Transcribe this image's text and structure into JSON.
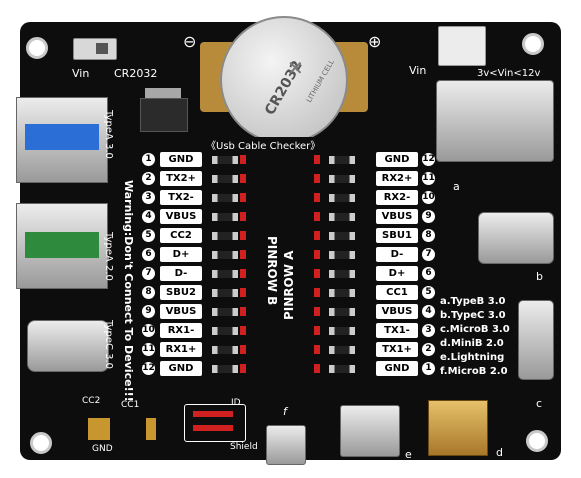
{
  "labels": {
    "vin_left": "Vin",
    "cr2032": "CR2032",
    "vin_right": "Vin",
    "vin_range": "3v<Vin<12v",
    "minus": "⊖",
    "plus": "⊕",
    "battery_brand": "LITHIUM CELL",
    "battery_model": "CR2032",
    "usb_checker": "《Usb Cable Checker》",
    "warning": "Warning:Don't Connect To Device!!!",
    "typea3": "TypeA 3.0",
    "typea2": "TypeA 2.0",
    "typec3": "TypeC 3.0",
    "pinrow_a": "PINROW A",
    "pinrow_b": "PINROW B",
    "cc2": "CC2",
    "cc1": "CC1",
    "gnd": "GND",
    "id": "ID",
    "shield": "Shield",
    "port_a": "a",
    "port_b": "b",
    "port_c": "c",
    "port_d": "d",
    "port_e": "e",
    "port_f": "f"
  },
  "legend": [
    "a.TypeB 3.0",
    "b.TypeC 3.0",
    "c.MicroB 3.0",
    "d.MiniB 2.0",
    "e.Lightning",
    "f.MicroB 2.0"
  ],
  "row_b": [
    {
      "n": "1",
      "label": "GND"
    },
    {
      "n": "2",
      "label": "TX2+"
    },
    {
      "n": "3",
      "label": "TX2-"
    },
    {
      "n": "4",
      "label": "VBUS"
    },
    {
      "n": "5",
      "label": "CC2"
    },
    {
      "n": "6",
      "label": "D+"
    },
    {
      "n": "7",
      "label": "D-"
    },
    {
      "n": "8",
      "label": "SBU2"
    },
    {
      "n": "9",
      "label": "VBUS"
    },
    {
      "n": "10",
      "label": "RX1-"
    },
    {
      "n": "11",
      "label": "RX1+"
    },
    {
      "n": "12",
      "label": "GND"
    }
  ],
  "row_a": [
    {
      "n": "12",
      "label": "GND"
    },
    {
      "n": "11",
      "label": "RX2+"
    },
    {
      "n": "10",
      "label": "RX2-"
    },
    {
      "n": "9",
      "label": "VBUS"
    },
    {
      "n": "8",
      "label": "SBU1"
    },
    {
      "n": "7",
      "label": "D-"
    },
    {
      "n": "6",
      "label": "D+"
    },
    {
      "n": "5",
      "label": "CC1"
    },
    {
      "n": "4",
      "label": "VBUS"
    },
    {
      "n": "3",
      "label": "TX1-"
    },
    {
      "n": "2",
      "label": "TX1+"
    },
    {
      "n": "1",
      "label": "GND"
    }
  ],
  "colors": {
    "board": "#0d0d0d",
    "led": "#d02020",
    "silkscreen": "#ffffff",
    "green_insert": "#2e8b3e",
    "gold": "#c8962e"
  }
}
